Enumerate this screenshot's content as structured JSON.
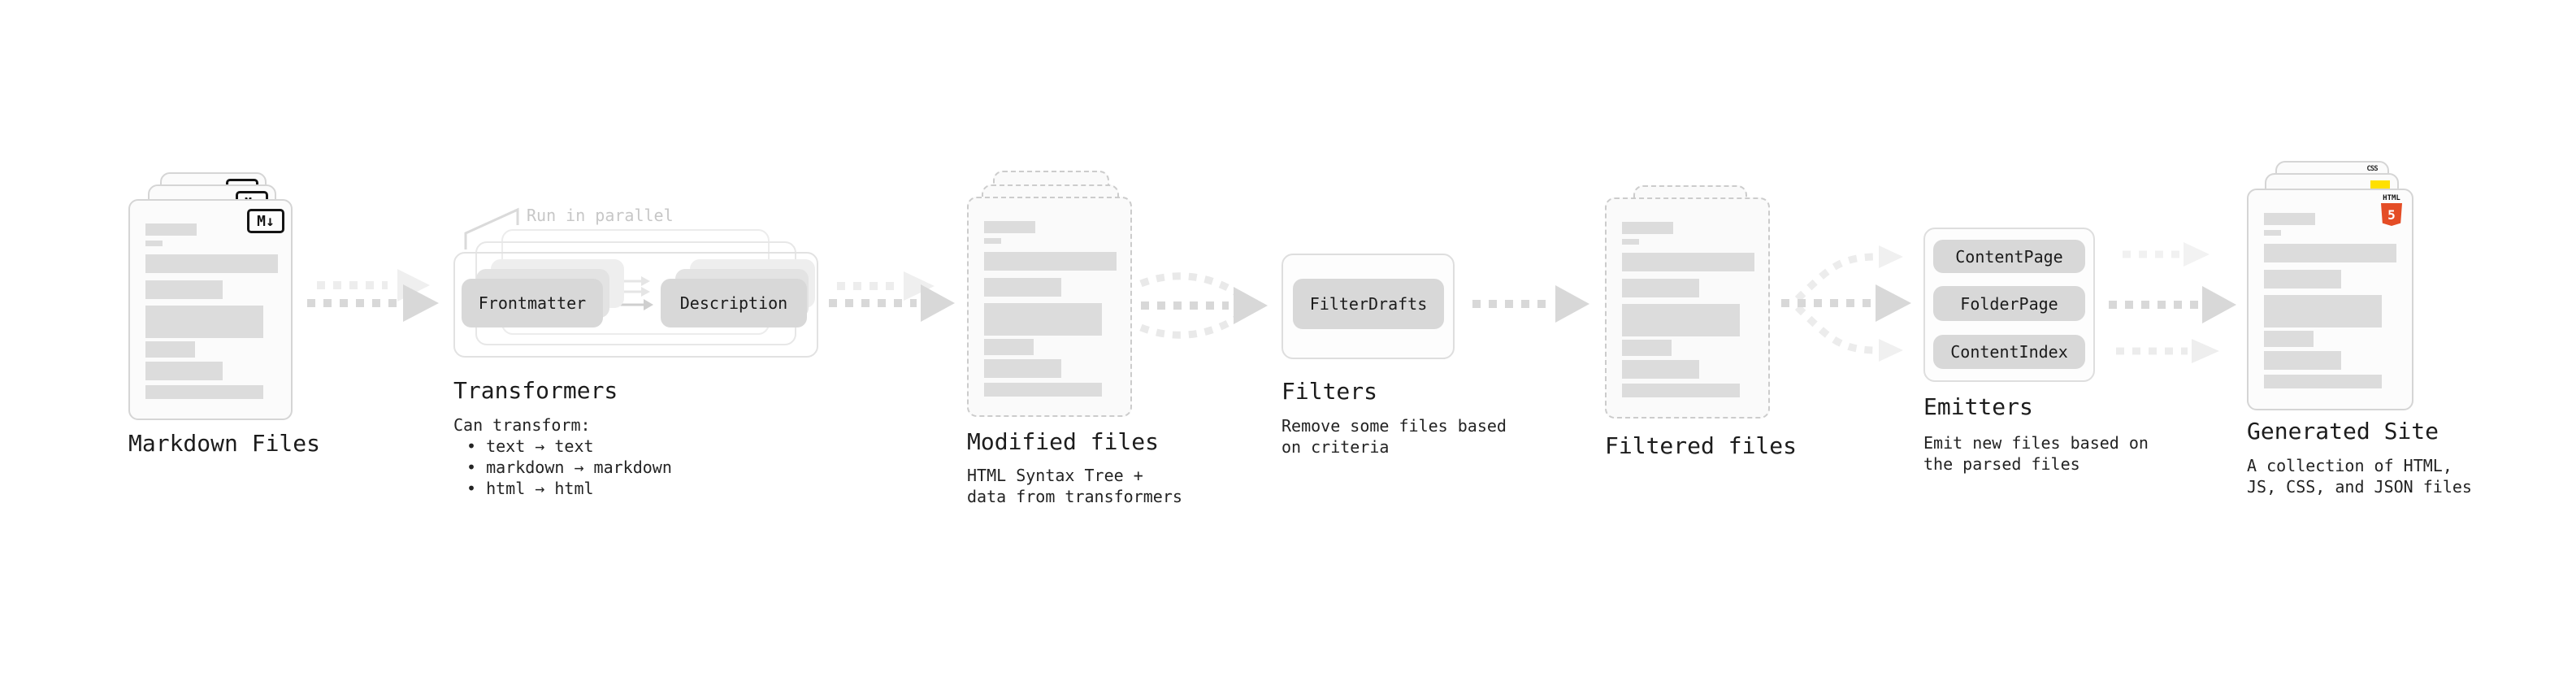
{
  "diagram": {
    "name": "static-site-generator-pipeline"
  },
  "markdown_badge": "M↓",
  "stages": {
    "markdown": {
      "title": "Markdown Files"
    },
    "transformers": {
      "title": "Transformers",
      "callout": "Run in parallel",
      "pills": [
        "Frontmatter",
        "Description"
      ],
      "caption_intro": "Can transform:",
      "bullets": [
        "• text → text",
        "• markdown → markdown",
        "• html → html"
      ]
    },
    "modified": {
      "title": "Modified files",
      "caption": [
        "HTML Syntax Tree +",
        "data from transformers"
      ]
    },
    "filters": {
      "title": "Filters",
      "pill": "FilterDrafts",
      "caption": [
        "Remove some files based",
        "on criteria"
      ]
    },
    "filtered": {
      "title": "Filtered files"
    },
    "emitters": {
      "title": "Emitters",
      "pills": [
        "ContentPage",
        "FolderPage",
        "ContentIndex"
      ],
      "caption": [
        "Emit new files based on",
        "the parsed files"
      ]
    },
    "generated": {
      "title": "Generated Site",
      "caption": [
        "A collection of HTML,",
        "JS, CSS, and JSON files"
      ],
      "badges": {
        "html_label": "HTML",
        "html_number": "5",
        "css_label": "CSS"
      }
    }
  },
  "icons": {
    "markdown": "markdown-badge",
    "html5": "html5-logo",
    "js": "js-badge",
    "css": "css-badge"
  },
  "colors": {
    "card_bg": "#fbfbfb",
    "card_border": "#d5d5d5",
    "dashed_border": "#cccccc",
    "placeholder_bar": "#dcdcdc",
    "pill_bg": "#d8d8d8",
    "arrow_strong": "#d8d8d8",
    "arrow_faint": "#ececec",
    "heading_text": "#1c1c1c",
    "callout_text": "#c7c7c7",
    "html5_orange": "#e44d26",
    "js_yellow": "#ffe000",
    "css_blue": "#2760e6"
  }
}
